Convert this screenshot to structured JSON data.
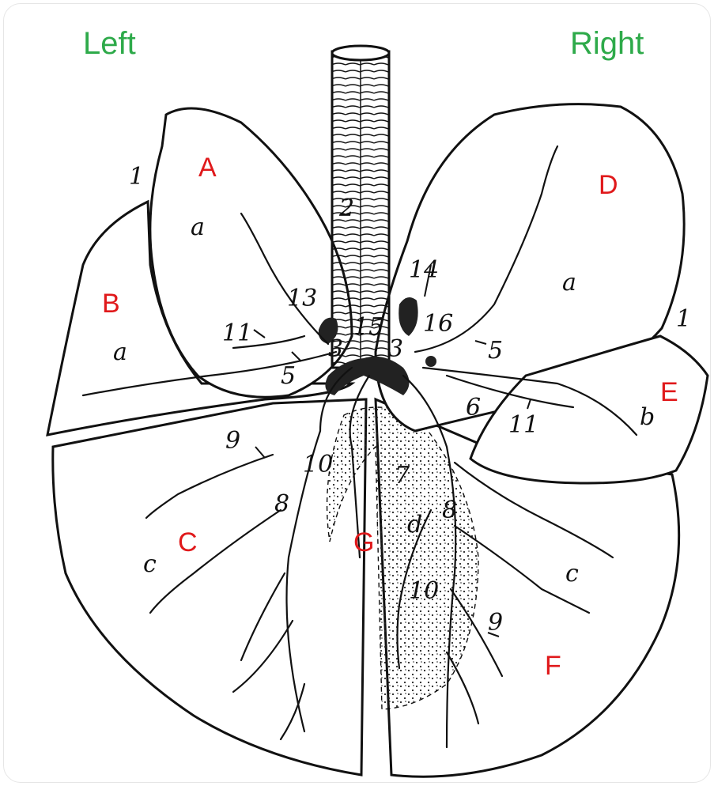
{
  "sides": {
    "left": "Left",
    "right": "Right"
  },
  "regions": {
    "A": "A",
    "B": "B",
    "C": "C",
    "D": "D",
    "E": "E",
    "F": "F",
    "G": "G"
  },
  "numbers": {
    "n1_left": "1",
    "n1_right": "1",
    "n2": "2",
    "n3_left": "3",
    "n3_right": "3",
    "n5_left": "5",
    "n5_right": "5",
    "n6": "6",
    "n7": "7",
    "n8_left": "8",
    "n8_right": "8",
    "n9_left": "9",
    "n9_right": "9",
    "n10_left": "10",
    "n10_right": "10",
    "n11_left": "11",
    "n11_right": "11",
    "n13": "13",
    "n14": "14",
    "n15": "15",
    "n16": "16"
  },
  "letters": {
    "a_A": "a",
    "a_B": "a",
    "a_D": "a",
    "b_E": "b",
    "c_C": "c",
    "c_F": "c",
    "d_G": "d"
  },
  "colors": {
    "side_label": "#2eaa4a",
    "region_label": "#e0191b",
    "line": "#111111"
  }
}
